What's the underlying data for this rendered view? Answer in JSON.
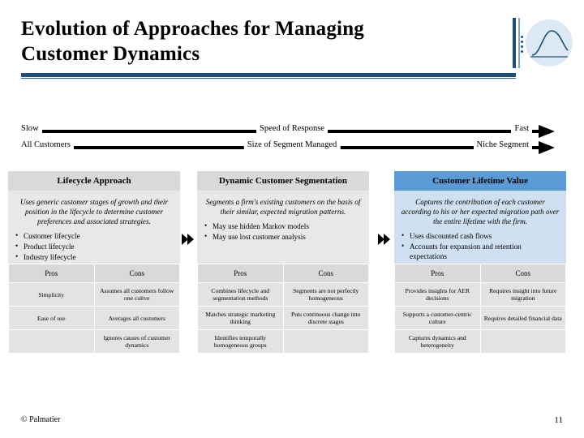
{
  "title": {
    "line1": "Evolution of Approaches for Managing",
    "line2": "Customer Dynamics"
  },
  "axes": [
    {
      "left_label": "Slow",
      "center_label": "Speed of Response",
      "right_label": "Fast"
    },
    {
      "left_label": "All Customers",
      "center_label": "Size of Segment Managed",
      "right_label": "Niche Segment"
    }
  ],
  "columns": [
    {
      "header": "Lifecycle Approach",
      "intro": "Uses generic customer stages of growth and their position in the lifecycle to determine customer preferences and associated strategies.",
      "bullets": [
        "Customer lifecycle",
        "Product lifecycle",
        "Industry lifecycle"
      ],
      "pros_header": "Pros",
      "cons_header": "Cons",
      "rows": [
        {
          "pro": "Simplicity",
          "con": "Assumes all customers follow one cultve"
        },
        {
          "pro": "Ease of use",
          "con": "Averages all customers"
        },
        {
          "pro": "",
          "con": "Ignores causes of customer dynamics"
        }
      ]
    },
    {
      "header": "Dynamic Customer Segmentation",
      "intro": "Segments a firm's existing customers on the basis of their similar, expected migration patterns.",
      "bullets": [
        "May use hidden Markov models",
        "May use lost customer analysis"
      ],
      "pros_header": "Pros",
      "cons_header": "Cons",
      "rows": [
        {
          "pro": "Combines lifecycle and segmentation methods",
          "con": "Segments are not perfectly homogeneous"
        },
        {
          "pro": "Matches strategic marketing thinking",
          "con": "Puts continuous change into discrete stages"
        },
        {
          "pro": "Identifies temporally homogeneous groups",
          "con": ""
        }
      ]
    },
    {
      "header": "Customer Lifetime Value",
      "intro": "Captures the contribution of each customer according to his or her expected migration path over the entire lifetime with the firm.",
      "bullets": [
        "Uses discounted cash flows",
        "Accounts for expansion and retention expectations"
      ],
      "pros_header": "Pros",
      "cons_header": "Cons",
      "rows": [
        {
          "pro": "Provides insights for AER decisions",
          "con": "Requires insight into future migration"
        },
        {
          "pro": "Supports a customer-centric culture",
          "con": "Requires detailed financial data"
        },
        {
          "pro": "Captures dynamics and heterogeneity",
          "con": ""
        }
      ]
    }
  ],
  "footer": {
    "copyright": "© Palmatier",
    "page_number": "11"
  },
  "colors": {
    "accent": "#1f4e79",
    "highlight_header": "#5b9bd5",
    "highlight_body": "#cfe0f0",
    "neutral_header": "#d9d9d9",
    "neutral_body": "#e8e8e8"
  }
}
